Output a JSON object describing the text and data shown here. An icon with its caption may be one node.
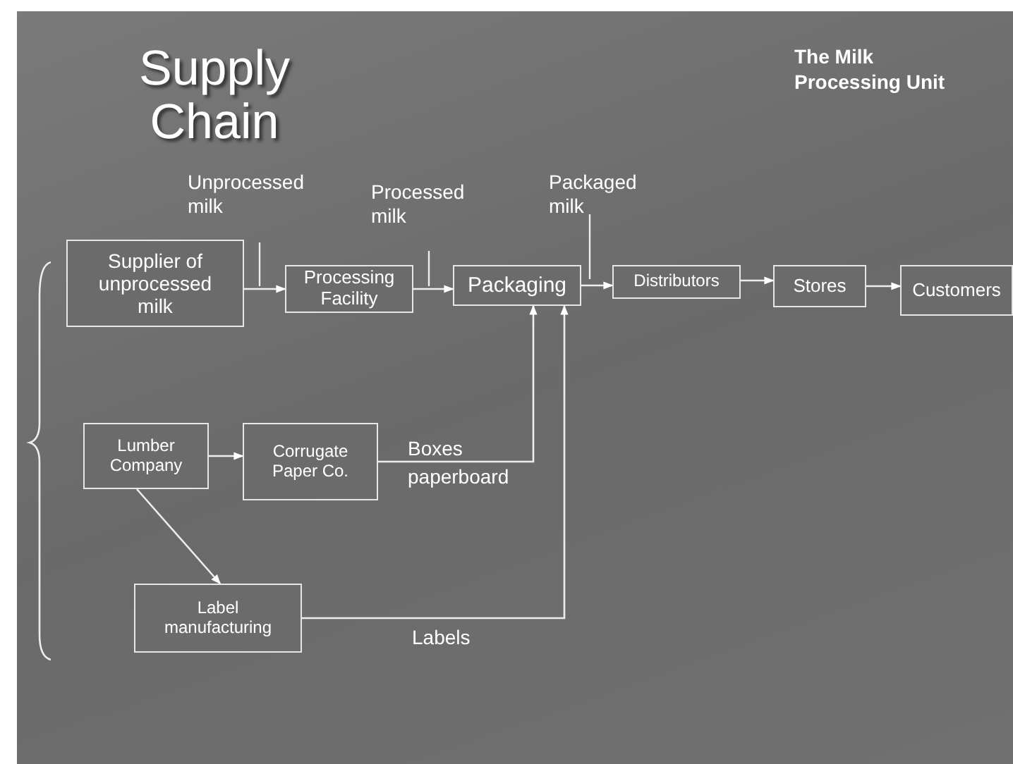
{
  "diagram": {
    "title": "Supply Chain",
    "nodes": [
      {
        "text": [
          "Supplier of unprocessed milk"
        ]
      },
      {
        "text": [
          "Processing Facility"
        ]
      },
      {
        "text": [
          "Packaging"
        ]
      },
      {
        "text": [
          "Distributors"
        ]
      },
      {
        "text": [
          "Stores"
        ]
      },
      {
        "text": [
          "Customers"
        ]
      },
      {
        "text": [
          "Lumber Company"
        ]
      },
      {
        "text": [
          "Corrugate Paper Co."
        ]
      },
      {
        "text": [
          "Label manufacturing"
        ]
      }
    ],
    "edges": [
      {
        "from": 0,
        "to": 1,
        "arrow": "to",
        "label": "Unprocessed milk"
      },
      {
        "from": 1,
        "to": 2,
        "arrow": "to",
        "label": "Processed milk"
      },
      {
        "from": 2,
        "to": 3,
        "arrow": "to",
        "label": "Packaged milk"
      },
      {
        "from": 3,
        "to": 4,
        "arrow": "to"
      },
      {
        "from": 4,
        "to": 5,
        "arrow": "to"
      },
      {
        "from": 6,
        "to": 7,
        "arrow": "to"
      },
      {
        "from": 6,
        "to": 8,
        "arrow": "to"
      },
      {
        "from": 7,
        "to": 2,
        "arrow": "to",
        "label": "Boxes paperboard"
      },
      {
        "from": 8,
        "to": 2,
        "arrow": "to",
        "label": "Labels"
      }
    ],
    "labels": [
      "The Milk Processing Unit"
    ]
  }
}
